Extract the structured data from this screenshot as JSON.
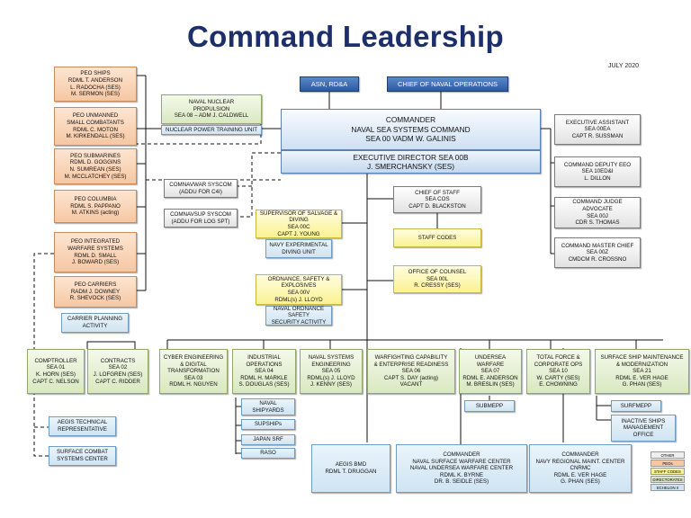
{
  "title": "Command Leadership",
  "date": "JULY 2020",
  "boxes": {
    "asn": "ASN, RD&A",
    "cno": "CHIEF OF NAVAL OPERATIONS",
    "commander": "COMMANDER\nNAVAL SEA SYSTEMS COMMAND\nSEA 00 VADM W. GALINIS",
    "exec_director": "EXECUTIVE DIRECTOR  SEA 00B\nJ. SMERCHANSKY (SES)",
    "nuclear": "NAVAL NUCLEAR\nPROPULSION\nSEA 08 – ADM J. CALDWELL",
    "nuclear_training": "NUCLEAR POWER TRAINING UNIT",
    "peo_ships": "PEO SHIPS\nRDML T. ANDERSON\nL. RADOCHA (SES)\nM. SERMON (SES)",
    "peo_usc": "PEO UNMANNED\nSMALL COMBATANTS\nRDML C. MOTON\nM. KIRKENDALL (SES)",
    "peo_subs": "PEO SUBMARINES\nRDML D. GOGGINS\nN. SUMREAN (SES)\nM. MCCLATCHEY (SES)",
    "peo_columbia": "PEO COLUMBIA\nRDML S. PAPPANO\nM. ATKINS (acting)",
    "peo_iws": "PEO INTEGRATED\nWARFARE SYSTEMS\nRDML D. SMALL\nJ. BOWARD (SES)",
    "peo_carriers": "PEO CARRIERS\nRADM J. DOWNEY\nR. SHEVOCK (SES)",
    "carrier_planning": "CARRIER PLANNING\nACTIVITY",
    "comnavwar": "COMNAVWAR SYSCOM\n(ADDU FOR C4I)",
    "comnavsup": "COMNAVSUP SYSCOM\n(ADDU FOR LOG SPT)",
    "salvage": "SUPERVISOR OF SALVAGE & DIVING\nSEA 00C\nCAPT J. YOUNG",
    "diving_unit": "NAVY EXPERIMENTAL\nDIVING UNIT",
    "ordnance": "ORDNANCE, SAFETY & EXPLOSIVES\nSEA 00V\nRDML(s) J. LLOYD",
    "ordnance_activity": "NAVAL ORDNANCE SAFETY\nSECURITY ACTIVITY",
    "chief_of_staff": "CHIEF OF STAFF\nSEA COS\nCAPT D. BLACKSTON",
    "staff_codes": "STAFF CODES",
    "counsel": "OFFICE OF COUNSEL\nSEA 00L\nR. CRESSY (SES)",
    "exec_assistant": "EXECUTIVE ASSISTANT\nSEA 00EA\nCAPT R. SUSSMAN",
    "deputy_eeo": "COMMAND DEPUTY EEO\nSEA 10ED&I\nL. DILLON",
    "judge_advocate": "COMMAND JUDGE ADVOCATE\nSEA 00J\nCDR S. THOMAS",
    "master_chief": "COMMAND MASTER CHIEF\nSEA 00Z\nCMDCM R. CROSSNO",
    "comptroller": "COMPTROLLER\nSEA 01\nK. HORN (SES)\nCAPT C. NELSON",
    "contracts": "CONTRACTS\nSEA 02\nJ. LOFGREN (SES)\nCAPT C. RIDDER",
    "cyber": "CYBER ENGINEERING\n& DIGITAL\nTRANSFORMATION\nSEA 03\nRDML H. NGUYEN",
    "industrial": "INDUSTRIAL\nOPERATIONS\nSEA 04\nRDML H. MARKLE\nS. DOUGLAS (SES)",
    "nse": "NAVAL SYSTEMS\nENGINEERING\nSEA 05\nRDML(s) J. LLOYD\nJ. KENNY (SES)",
    "warfighting": "WARFIGHTING CAPABILITY\n& ENTERPRISE READINESS\nSEA 06\nCAPT S. DAY (acting)\nVACANT",
    "undersea": "UNDERSEA\nWARFARE\nSEA 07\nRDML E. ANDERSON\nM. BRESLIN (SES)",
    "total_force": "TOTAL FORCE &\nCORPORATE OPS\nSEA 10\nW. CARTY (SES)\nE. CHOWNING",
    "surface": "SURFACE SHIP MAINTENANCE\n& MODERNIZATION\nSEA 21\nRDML E. VER HAGE\nG. PHAN (SES)",
    "aegis_tech": "AEGIS TECHNICAL\nREPRESENTATIVE",
    "surface_combat": "SURFACE COMBAT\nSYSTEMS CENTER",
    "shipyards": "NAVAL\nSHIPYARDS",
    "supships": "SUPSHIPs",
    "japan_srf": "JAPAN SRF",
    "raso": "RASO",
    "submepp": "SUBMEPP",
    "surfmepp": "SURFMEPP",
    "inactive": "INACTIVE SHIPS\nMANAGEMENT\nOFFICE",
    "aegis_bmd": "AEGIS BMD\nRDML T. DRUGGAN",
    "nswc": "COMMANDER\nNAVAL SURFACE WARFARE CENTER\nNAVAL UNDERSEA WARFARE CENTER\nRDML K. BYRNE\nDR. B. SEIDLE (SES)",
    "rmc": "COMMANDER\nNAVY REGIONAL MAINT. CENTER\nCNRMC\nRDML E. VER HAGE\nG. PHAN (SES)"
  },
  "legend": [
    "OTHER",
    "PEOs",
    "STAFF CODES",
    "DIRECTORATES",
    "ECHELON II"
  ],
  "colors": {
    "title": "#1d2f6b",
    "peo": "#f6c7a2",
    "directorate": "#d9e8c1",
    "staff": "#fbf291",
    "echelon2": "#cfe4f2",
    "other": "#e2e2e2",
    "header": "#2c5aa0"
  }
}
